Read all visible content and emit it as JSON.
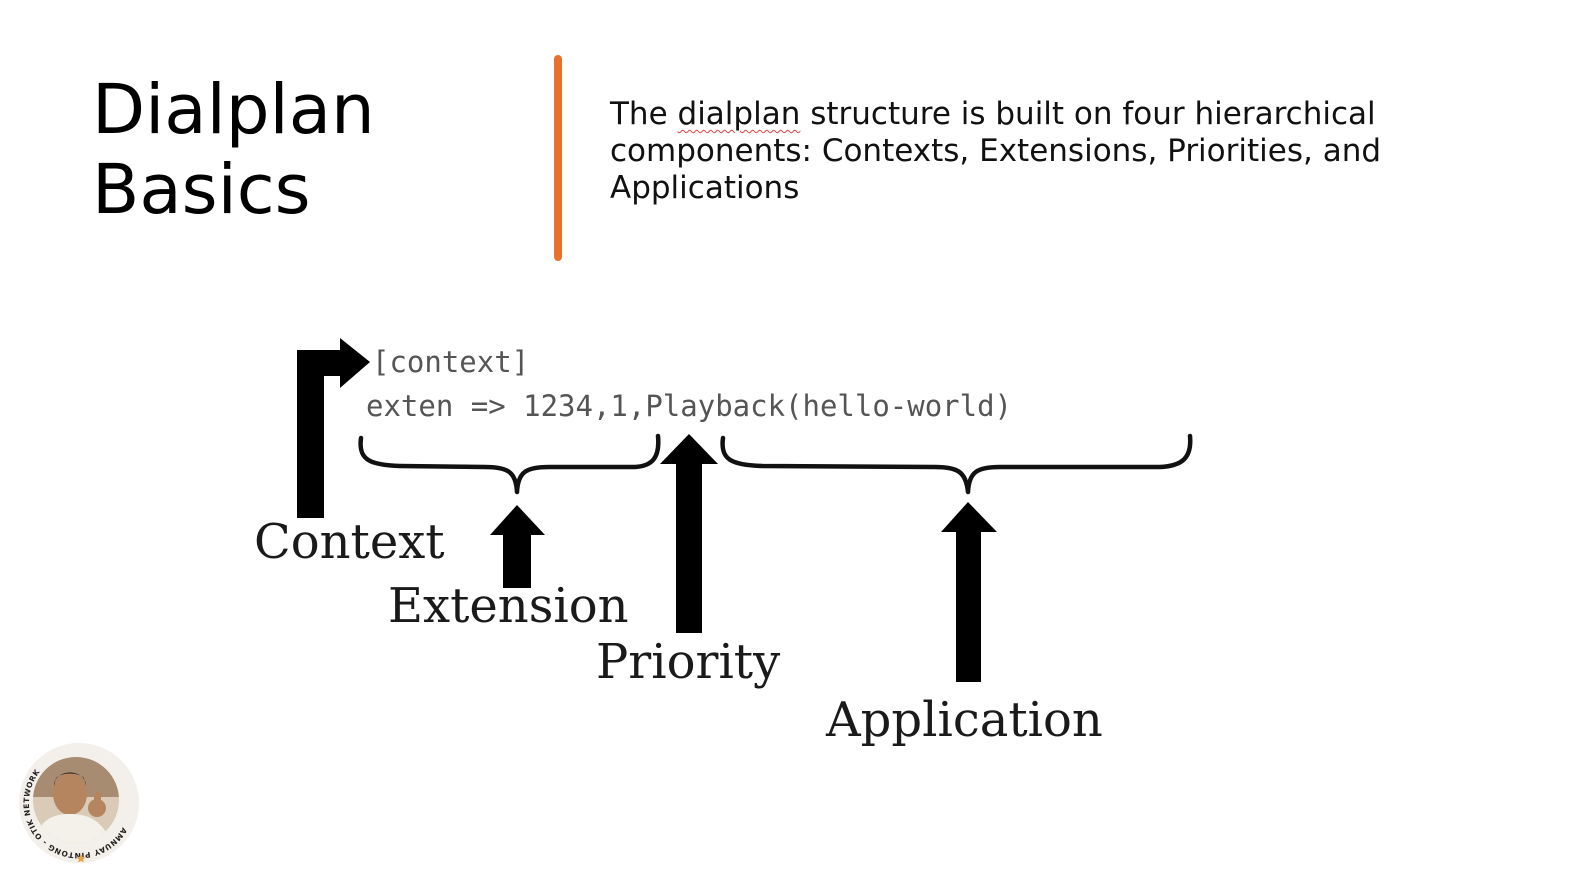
{
  "slide": {
    "title_line1": "Dialplan",
    "title_line2": "Basics",
    "description": {
      "before": "The ",
      "underlined_word": "dialplan",
      "after": " structure is built on four hierarchical components: Contexts, Extensions, Priorities, and Applications"
    },
    "accent_color": "#e8722c"
  },
  "diagram": {
    "code_line1": "[context]",
    "code_line2": "exten => 1234,1,Playback(hello-world)",
    "labels": {
      "context": "Context",
      "extension": "Extension",
      "priority": "Priority",
      "application": "Application"
    }
  },
  "badge": {
    "ring_text": "AMNUAY PINTONG - OTIK NETWORK",
    "icon": "presenter-avatar-icon"
  }
}
